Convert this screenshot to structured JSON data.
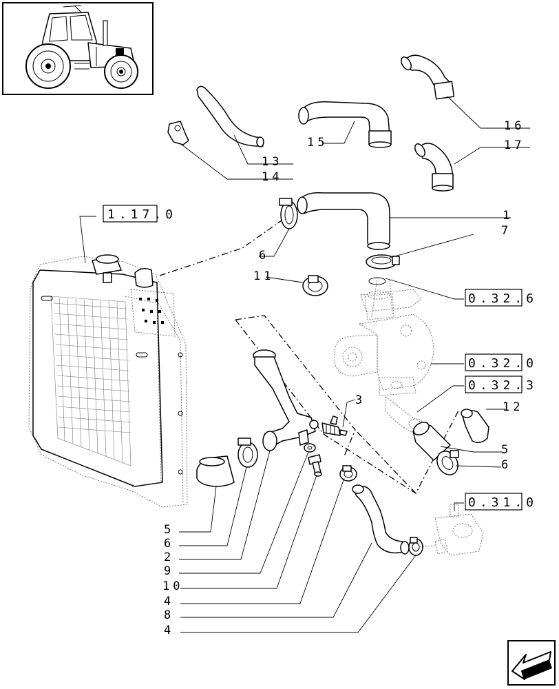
{
  "labels": {
    "l1": "1",
    "l2": "2",
    "l3": "3",
    "l4a": "4",
    "l4b": "4",
    "l5a": "5",
    "l5b": "5",
    "l6a": "6",
    "l6b": "6",
    "l6c": "6",
    "l7": "7",
    "l8": "8",
    "l9": "9",
    "l10": "10",
    "l11": "11",
    "l12": "12",
    "l13": "13",
    "l14": "14",
    "l15": "15",
    "l16": "16",
    "l17": "17"
  },
  "refs": {
    "radiator": "1.17.0",
    "pump_top": "0.32.6",
    "pump_mid": "0.32.0",
    "pump_low": "0.32.3",
    "thermostat": "0.31.0"
  },
  "icons": {
    "thumbnail": "tractor-thumbnail-icon",
    "nav": "navigation-arrow-icon"
  }
}
